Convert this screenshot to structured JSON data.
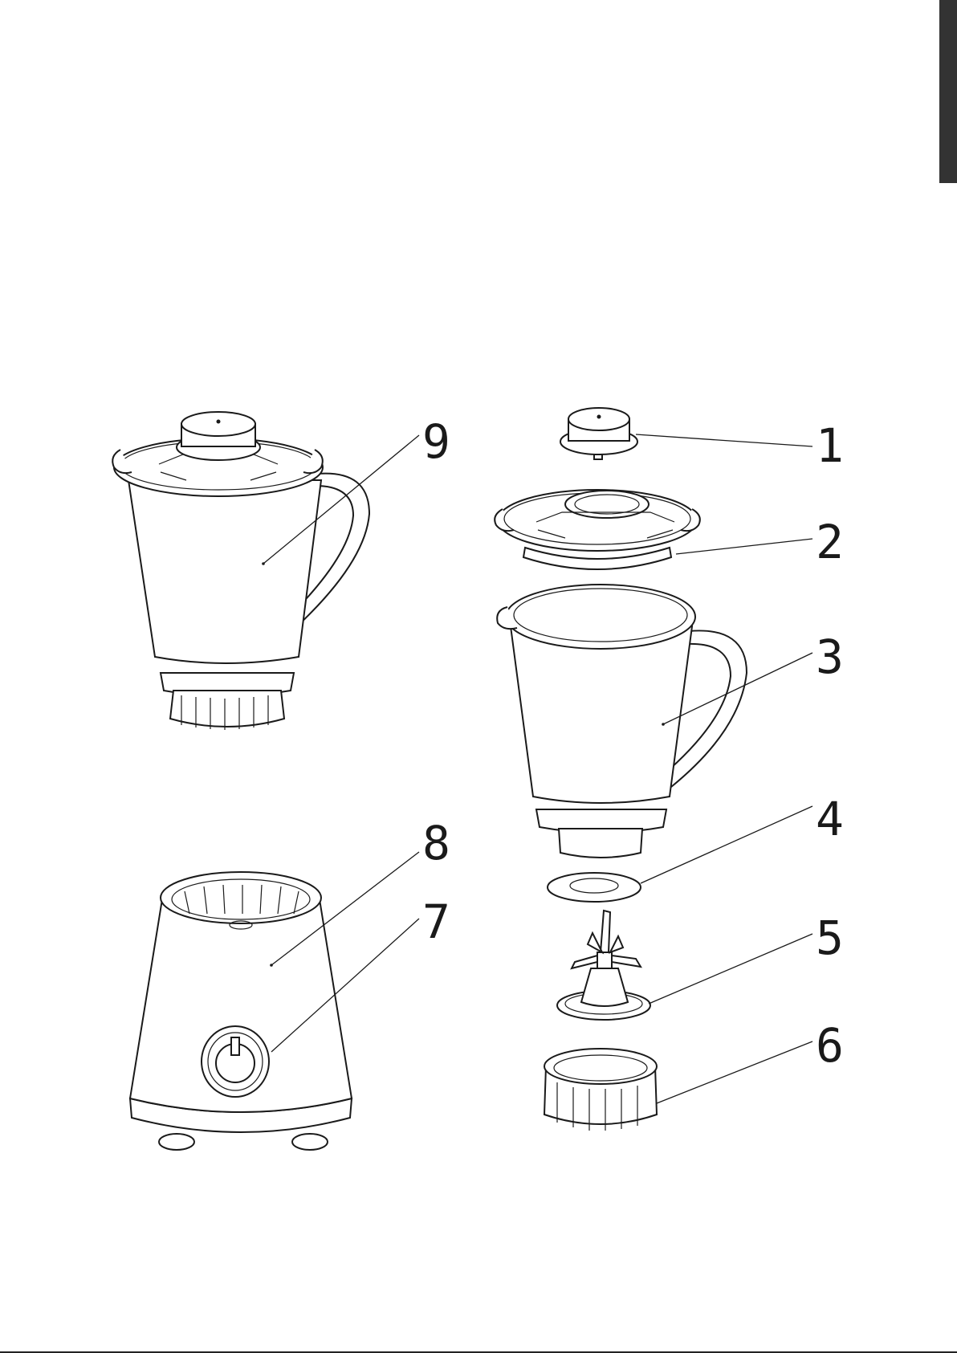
{
  "diagram": {
    "parts": [
      {
        "id": "part-1",
        "number": "1"
      },
      {
        "id": "part-2",
        "number": "2"
      },
      {
        "id": "part-3",
        "number": "3"
      },
      {
        "id": "part-4",
        "number": "4"
      },
      {
        "id": "part-5",
        "number": "5"
      },
      {
        "id": "part-6",
        "number": "6"
      },
      {
        "id": "part-7",
        "number": "7"
      },
      {
        "id": "part-8",
        "number": "8"
      },
      {
        "id": "part-9",
        "number": "9"
      }
    ]
  },
  "colors": {
    "line": "#1a1a1a",
    "background": "#ffffff",
    "edge_tab": "#333333"
  }
}
